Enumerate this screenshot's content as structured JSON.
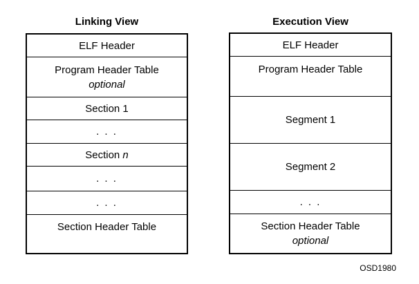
{
  "figure_code": "OSD1980",
  "views": [
    {
      "name": "linking-view",
      "title": "Linking View",
      "rows": [
        {
          "name": "elf-header",
          "lines": [
            [
              {
                "t": "ELF Header"
              }
            ]
          ]
        },
        {
          "name": "program-header-table",
          "lines": [
            [
              {
                "t": "Program Header Table"
              }
            ],
            [
              {
                "t": "optional",
                "i": true
              }
            ]
          ]
        },
        {
          "name": "section-1",
          "lines": [
            [
              {
                "t": "Section 1"
              }
            ]
          ]
        },
        {
          "name": "ellipsis-1",
          "dots": true,
          "lines": [
            [
              {
                "t": ". . ."
              }
            ]
          ]
        },
        {
          "name": "section-n",
          "lines": [
            [
              {
                "t": "Section "
              },
              {
                "t": "n",
                "i": true
              }
            ]
          ]
        },
        {
          "name": "ellipsis-2",
          "dots": true,
          "lines": [
            [
              {
                "t": ". . ."
              }
            ]
          ]
        },
        {
          "name": "ellipsis-3",
          "dots": true,
          "lines": [
            [
              {
                "t": ". . ."
              }
            ]
          ]
        },
        {
          "name": "section-header-table",
          "lines": [
            [
              {
                "t": "Section Header Table"
              }
            ],
            [
              {
                "t": ""
              }
            ]
          ]
        }
      ]
    },
    {
      "name": "execution-view",
      "title": "Execution View",
      "rows": [
        {
          "name": "elf-header",
          "lines": [
            [
              {
                "t": "ELF Header"
              }
            ]
          ]
        },
        {
          "name": "program-header-table",
          "lines": [
            [
              {
                "t": "Program Header Table"
              }
            ],
            [
              {
                "t": ""
              }
            ]
          ]
        },
        {
          "name": "segment-1",
          "lines": [
            [
              {
                "t": "Segment 1"
              }
            ]
          ]
        },
        {
          "name": "segment-2",
          "lines": [
            [
              {
                "t": "Segment 2"
              }
            ]
          ]
        },
        {
          "name": "ellipsis-1",
          "dots": true,
          "lines": [
            [
              {
                "t": ". . ."
              }
            ]
          ]
        },
        {
          "name": "section-header-table",
          "lines": [
            [
              {
                "t": "Section Header Table"
              }
            ],
            [
              {
                "t": "optional",
                "i": true
              }
            ]
          ]
        }
      ]
    }
  ]
}
